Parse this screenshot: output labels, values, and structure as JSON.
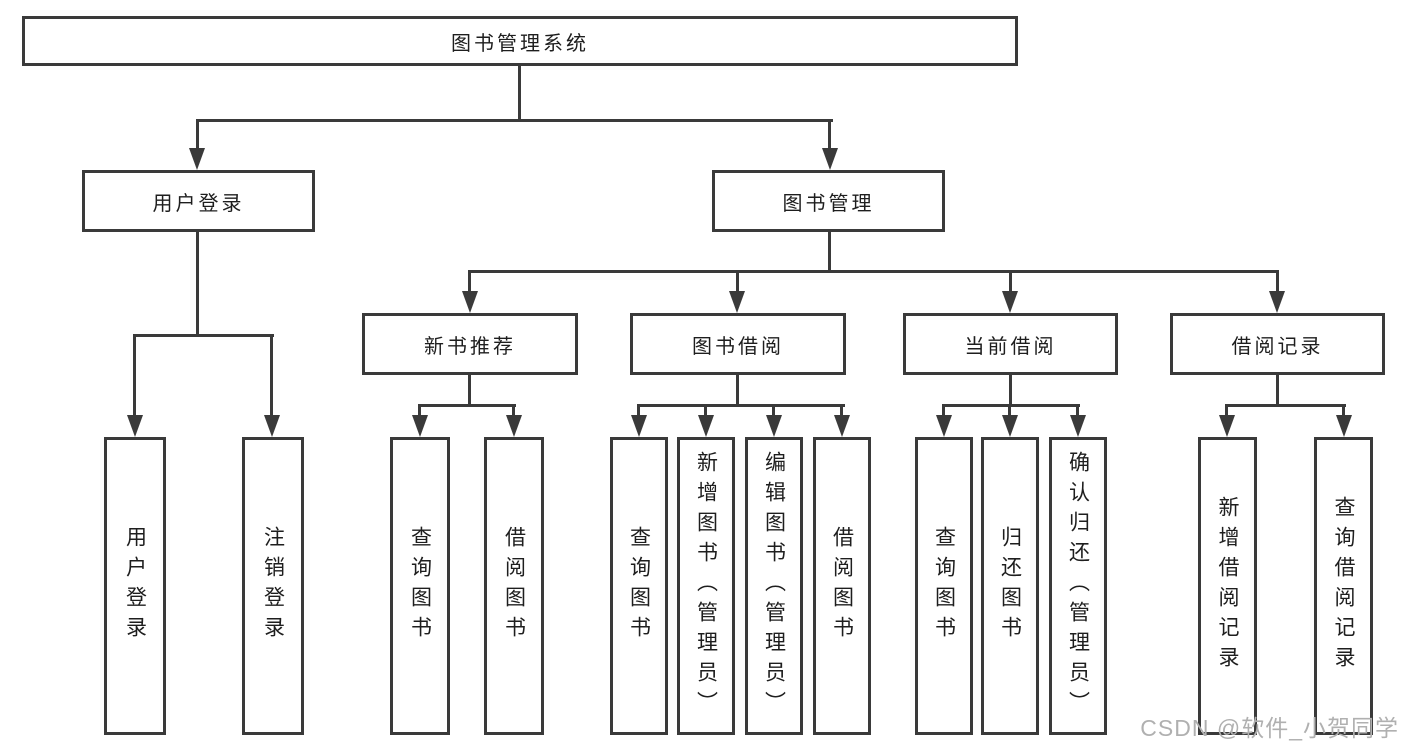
{
  "root": {
    "label": "图书管理系统"
  },
  "level2": [
    {
      "label": "用户登录"
    },
    {
      "label": "图书管理"
    }
  ],
  "level3": [
    {
      "label": "新书推荐"
    },
    {
      "label": "图书借阅"
    },
    {
      "label": "当前借阅"
    },
    {
      "label": "借阅记录"
    }
  ],
  "leaves": {
    "user_login": [
      "用户登录",
      "注销登录"
    ],
    "new_book_recommend": [
      "查询图书",
      "借阅图书"
    ],
    "book_borrow": [
      "查询图书",
      "新增图书（管理员）",
      "编辑图书（管理员）",
      "借阅图书"
    ],
    "current_borrow": [
      "查询图书",
      "归还图书",
      "确认归还（管理员）"
    ],
    "borrow_records": [
      "新增借阅记录",
      "查询借阅记录"
    ]
  },
  "watermark": "CSDN @软件_小贺同学",
  "colors": {
    "line": "#3a3a3a",
    "text": "#1e1e1e",
    "watermark": "#b0b0b0",
    "background": "#ffffff"
  }
}
